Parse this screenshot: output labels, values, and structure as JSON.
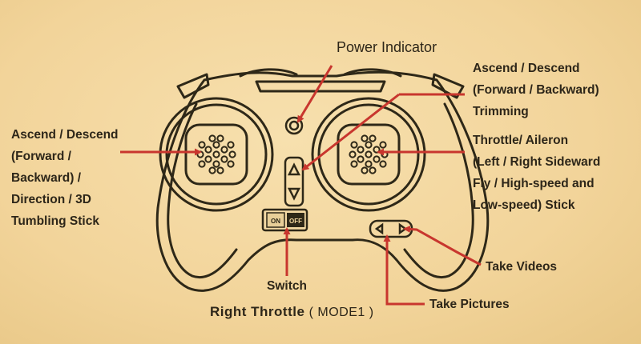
{
  "labels": {
    "power_indicator": "Power Indicator",
    "trim_right": [
      "Ascend / Descend",
      "(Forward / Backward)",
      "Trimming"
    ],
    "left_stick": [
      "Ascend / Descend",
      "(Forward /",
      "Backward) /",
      "Direction / 3D",
      "Tumbling Stick"
    ],
    "right_stick": [
      "Throttle/ Aileron",
      "(Left / Right Sideward",
      "Fly / High-speed and",
      "Low-speed) Stick"
    ],
    "take_videos": "Take Videos",
    "switch": "Switch",
    "take_pictures": "Take Pictures",
    "title_main": "Right Throttle",
    "title_mode": "( MODE1 )"
  },
  "switch_labels": {
    "on": "ON",
    "off": "OFF"
  },
  "colors": {
    "line": "#2e2818",
    "arrow": "#c8362e",
    "background": "#f4d9a0"
  }
}
